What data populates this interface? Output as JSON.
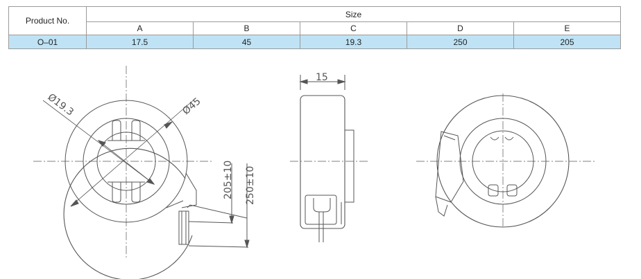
{
  "table": {
    "product_header": "Product No.",
    "size_header": "Size",
    "columns": [
      "A",
      "B",
      "C",
      "D",
      "E"
    ],
    "row": {
      "product": "O–01",
      "values": [
        "17.5",
        "45",
        "19.3",
        "250",
        "205"
      ]
    }
  },
  "drawing": {
    "dim_inner_diameter": "Ø19.3",
    "dim_outer_diameter": "Ø45",
    "dim_thickness": "15",
    "dim_lead_205": "205±10",
    "dim_lead_250": "250±10"
  }
}
